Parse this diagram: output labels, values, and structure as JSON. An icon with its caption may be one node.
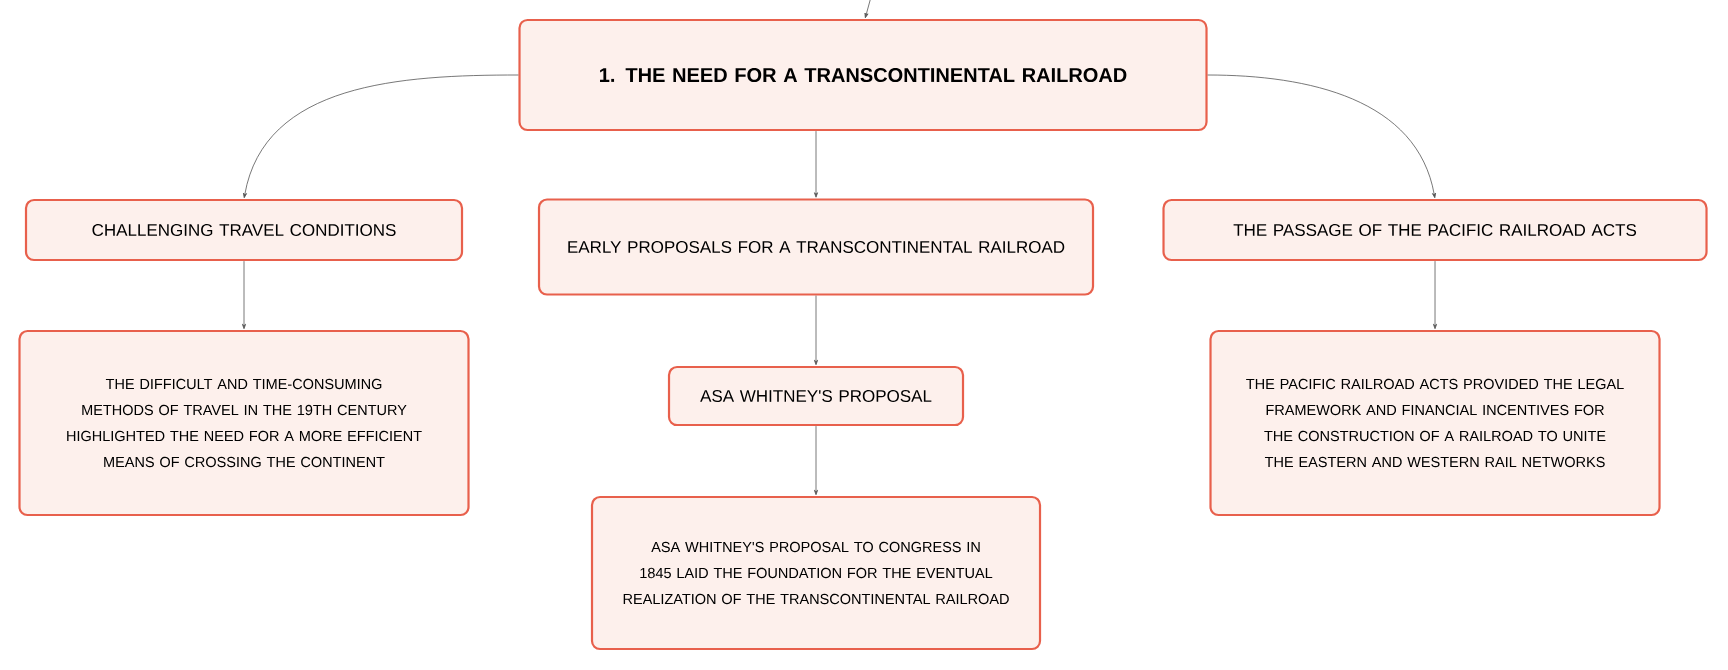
{
  "diagram": {
    "nodes": [
      {
        "text": [
          "1. THE NEED FOR A TRANSCONTINENTAL RAILROAD"
        ]
      },
      {
        "text": [
          "CHALLENGING TRAVEL CONDITIONS"
        ]
      },
      {
        "text": [
          "EARLY PROPOSALS FOR A TRANSCONTINENTAL RAILROAD"
        ]
      },
      {
        "text": [
          "THE PASSAGE OF THE PACIFIC RAILROAD ACTS"
        ]
      },
      {
        "text": [
          "THE DIFFICULT AND TIME-CONSUMING METHODS OF TRAVEL IN THE 19TH CENTURY HIGHLIGHTED THE NEED FOR A MORE EFFICIENT MEANS OF CROSSING THE CONTINENT"
        ]
      },
      {
        "text": [
          "ASA WHITNEY'S PROPOSAL"
        ]
      },
      {
        "text": [
          "THE PACIFIC RAILROAD ACTS PROVIDED THE LEGAL FRAMEWORK AND FINANCIAL INCENTIVES FOR THE CONSTRUCTION OF A RAILROAD TO UNITE THE EASTERN AND WESTERN RAIL NETWORKS"
        ]
      },
      {
        "text": [
          "ASA WHITNEY'S PROPOSAL TO CONGRESS IN 1845 LAID THE FOUNDATION FOR THE EVENTUAL REALIZATION OF THE TRANSCONTINENTAL RAILROAD"
        ]
      }
    ],
    "edges": [
      {
        "from": null,
        "to": 0,
        "arrow": "to"
      },
      {
        "from": 0,
        "to": 1,
        "arrow": "to"
      },
      {
        "from": 0,
        "to": 2,
        "arrow": "to"
      },
      {
        "from": 0,
        "to": 3,
        "arrow": "to"
      },
      {
        "from": 1,
        "to": 4,
        "arrow": "to"
      },
      {
        "from": 2,
        "to": 5,
        "arrow": "to"
      },
      {
        "from": 5,
        "to": 7,
        "arrow": "to"
      },
      {
        "from": 3,
        "to": 6,
        "arrow": "to"
      }
    ]
  }
}
